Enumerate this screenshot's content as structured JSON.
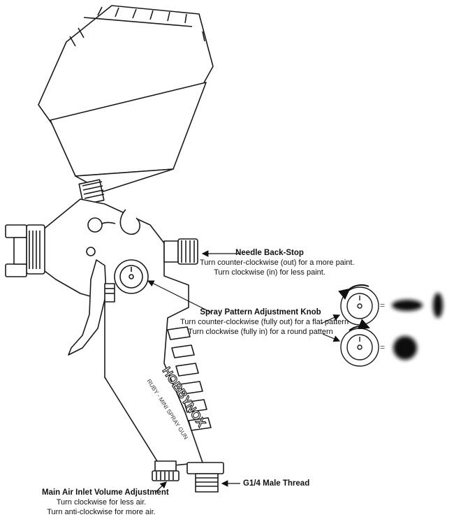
{
  "brand": {
    "logo_text": "HOBBYNOX",
    "sub_text": "RUBY - MINI SPRAY GUN"
  },
  "callouts": {
    "needle": {
      "title": "Needle Back-Stop",
      "line1": "Turn counter-clockwise (out) for a more paint.",
      "line2": "Turn clockwise (in) for less paint."
    },
    "pattern": {
      "title": "Spray Pattern Adjustment Knob",
      "line1": "Turn counter-clockwise (fully out) for a flat pattern",
      "line2": "Turn clockwise (fully in) for a round pattern"
    },
    "thread": {
      "title": "G1/4 Male Thread"
    },
    "air": {
      "title": "Main Air Inlet Volume Adjustment",
      "line1": "Turn clockwise for less air.",
      "line2": "Turn anti-clockwise for more air."
    }
  },
  "pattern_examples": {
    "equals_symbol": "="
  },
  "colors": {
    "line": "#1a1a1a",
    "spray": "#111111",
    "background": "#ffffff"
  }
}
